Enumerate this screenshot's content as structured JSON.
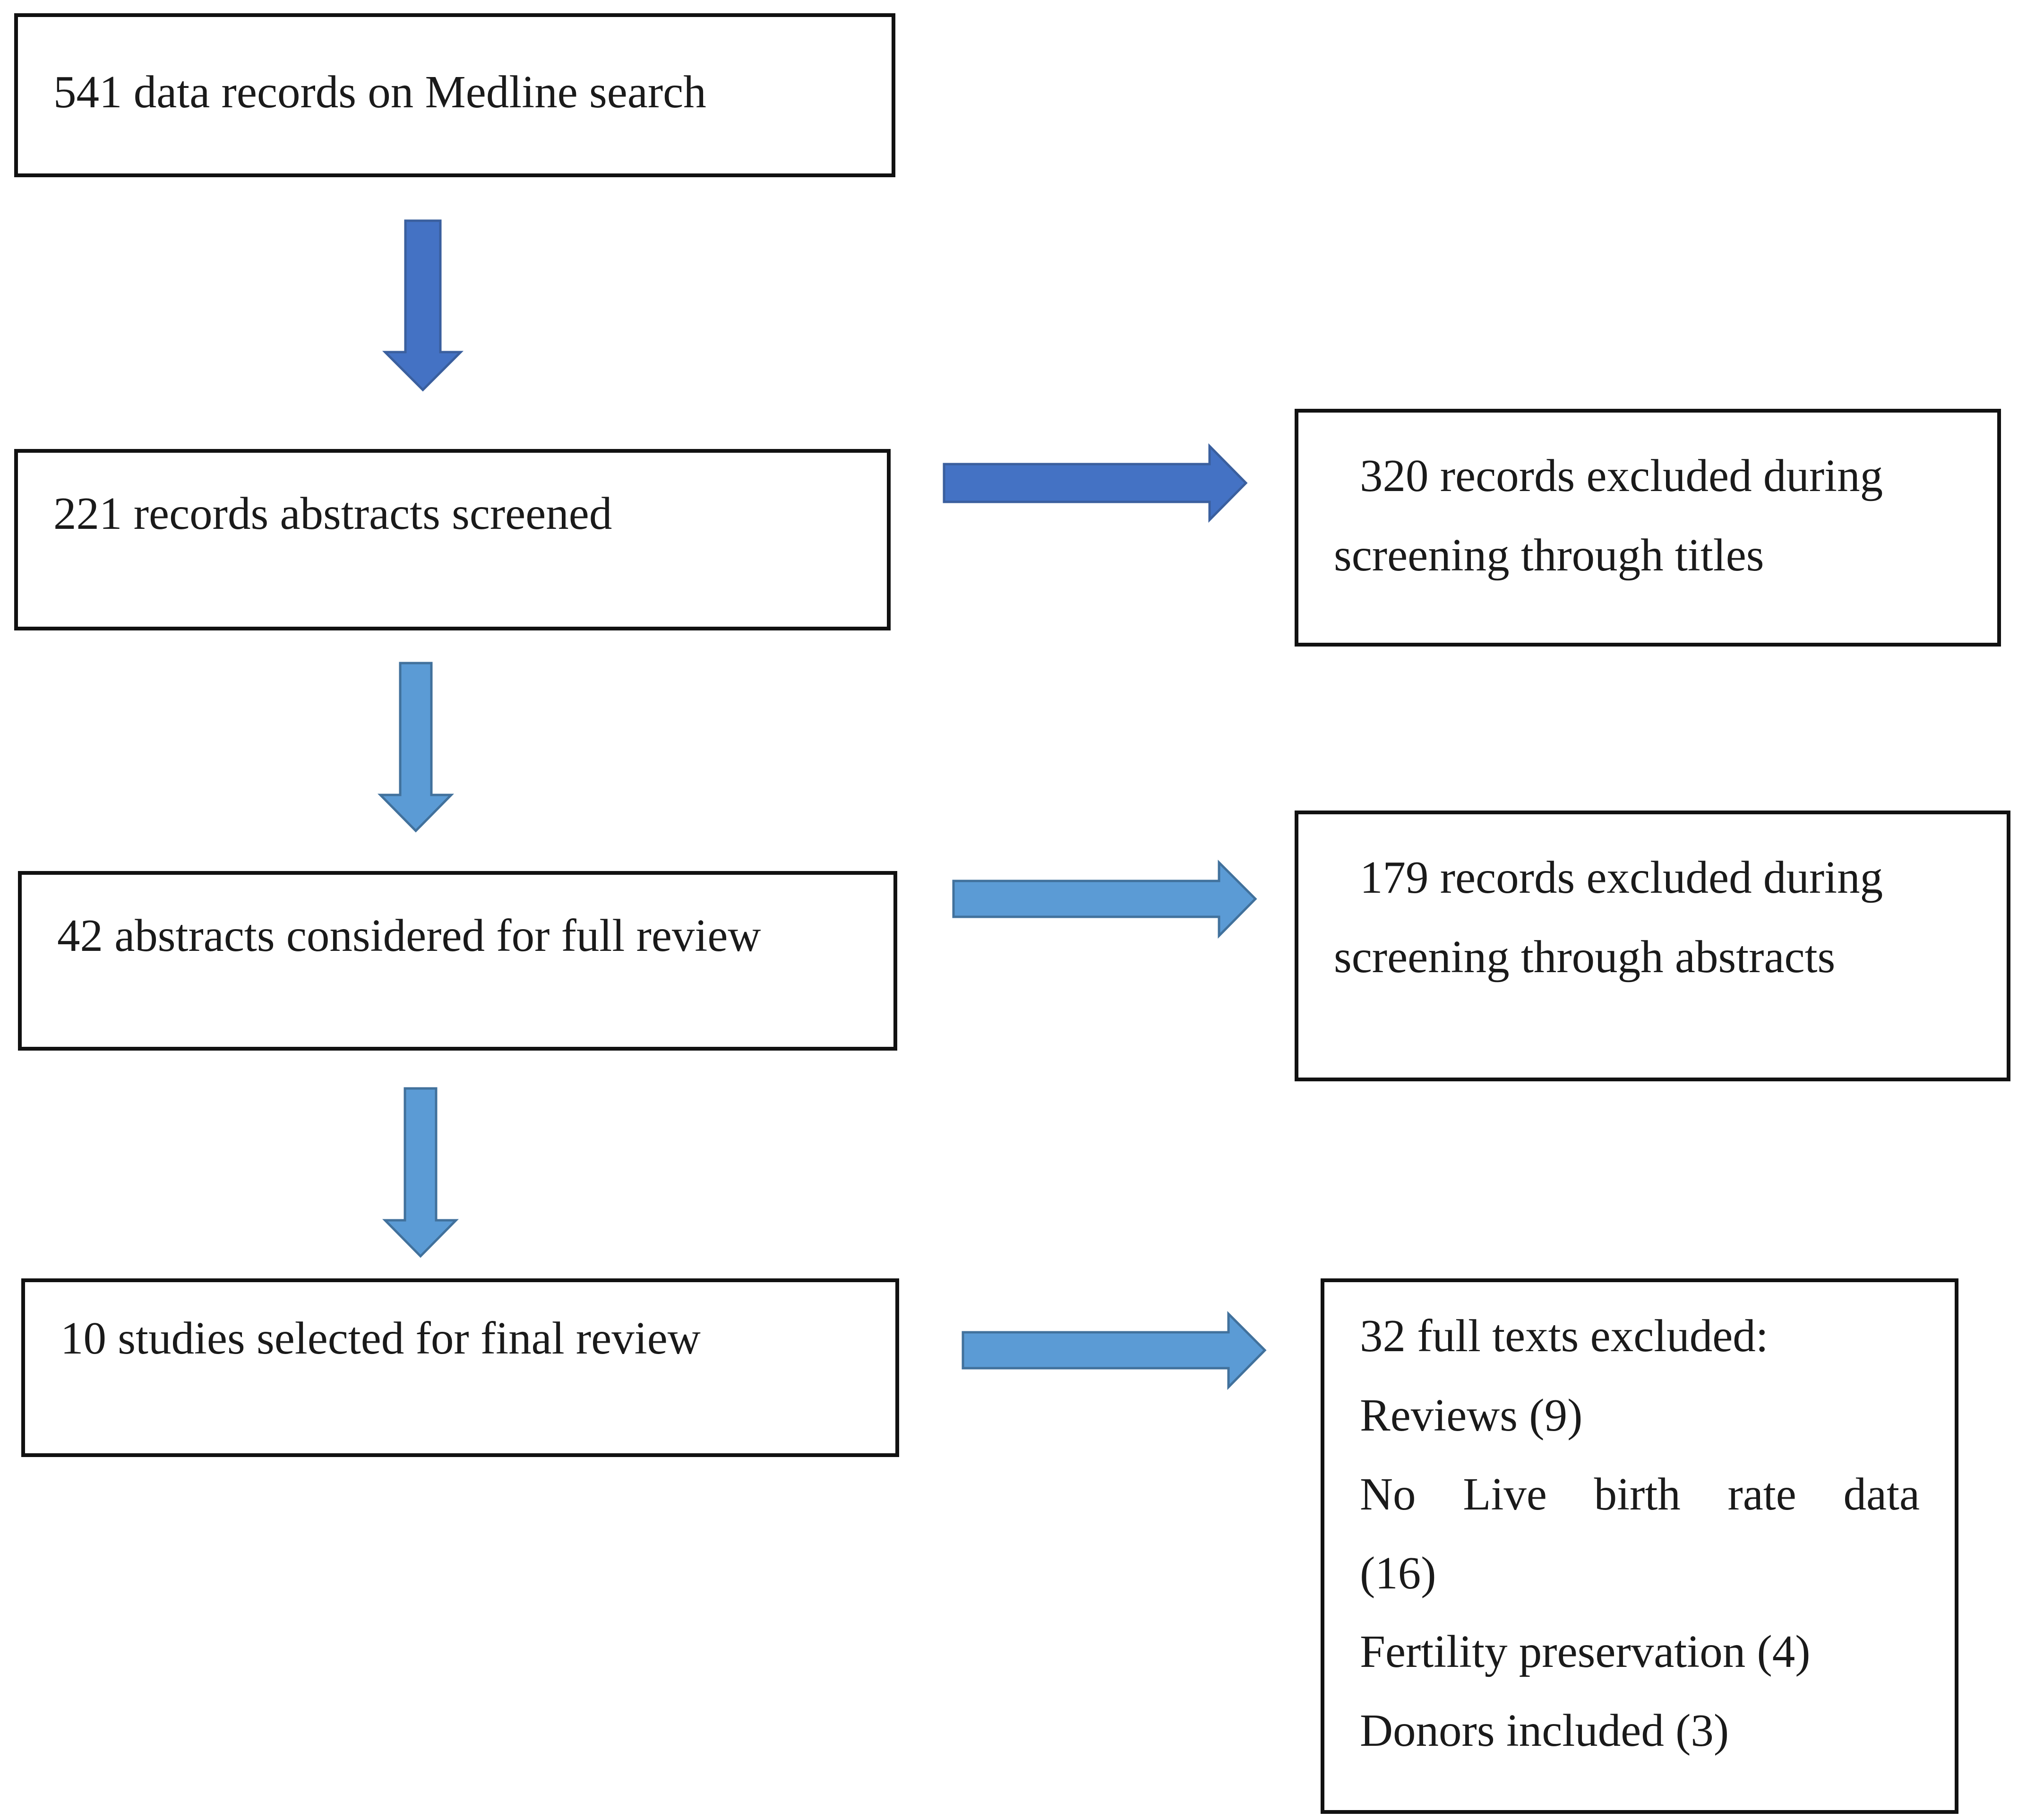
{
  "flow": {
    "search": {
      "text": "541 data records on Medline search"
    },
    "screened": {
      "text": "221 records abstracts screened"
    },
    "full_review": {
      "text": "42 abstracts considered for full review"
    },
    "final": {
      "text": "10 studies selected for final review"
    }
  },
  "exclusions": {
    "titles": {
      "line1": "320 records excluded during",
      "line2": "screening through titles"
    },
    "abstracts": {
      "line1": "179 records excluded during",
      "line2": "screening through abstracts"
    },
    "full_texts": {
      "heading": "32 full texts excluded:",
      "reasons": [
        "Reviews (9)",
        "No Live birth rate data",
        "(16)",
        "Fertility preservation (4)",
        "Donors included (3)"
      ]
    }
  },
  "colors": {
    "arrow_dark": "#4472C4",
    "arrow_light": "#5B9BD5",
    "arrow_outline": "#3A5F9E",
    "box_border": "#111111"
  }
}
